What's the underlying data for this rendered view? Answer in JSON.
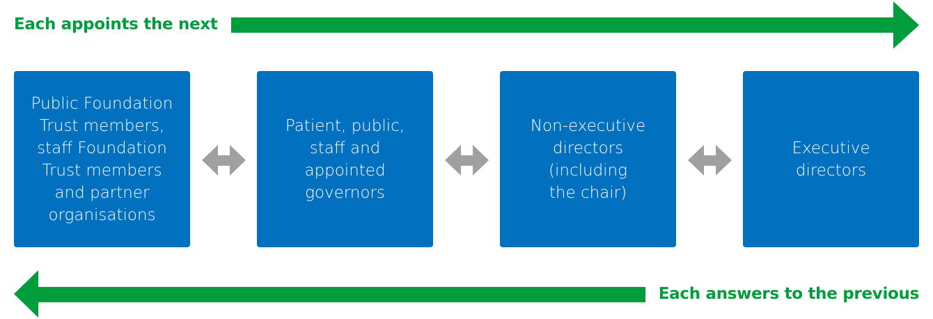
{
  "top_arrow": {
    "label": "Each appoints the next",
    "direction": "right"
  },
  "bottom_arrow": {
    "label": "Each answers to the previous",
    "direction": "left"
  },
  "boxes": [
    {
      "text": "Public Foundation\nTrust members,\nstaff Foundation\nTrust members\nand partner\norganisations"
    },
    {
      "text": "Patient, public,\nstaff and\nappointed\ngovernors"
    },
    {
      "text": "Non-executive\ndirectors\n(including\nthe chair)"
    },
    {
      "text": "Executive\ndirectors"
    }
  ],
  "colors": {
    "green": "#009d3d",
    "blue": "#0070bf",
    "gray": "#a0a0a0"
  }
}
